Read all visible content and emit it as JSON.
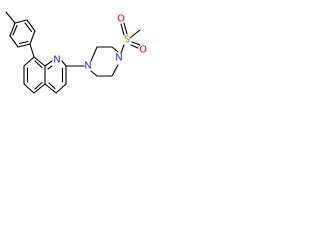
{
  "molecule": {
    "atoms": {
      "quinoline_n": "N",
      "piperazine_n_ring": "N",
      "piperazine_n_sulfonyl": "N",
      "sulfur": "S",
      "oxygen_upper": "O",
      "oxygen_lower": "O"
    }
  },
  "colors": {
    "bond": "#000000",
    "nitrogen": "#1f35c8",
    "sulfur": "#a08a00",
    "oxygen": "#e00000"
  }
}
